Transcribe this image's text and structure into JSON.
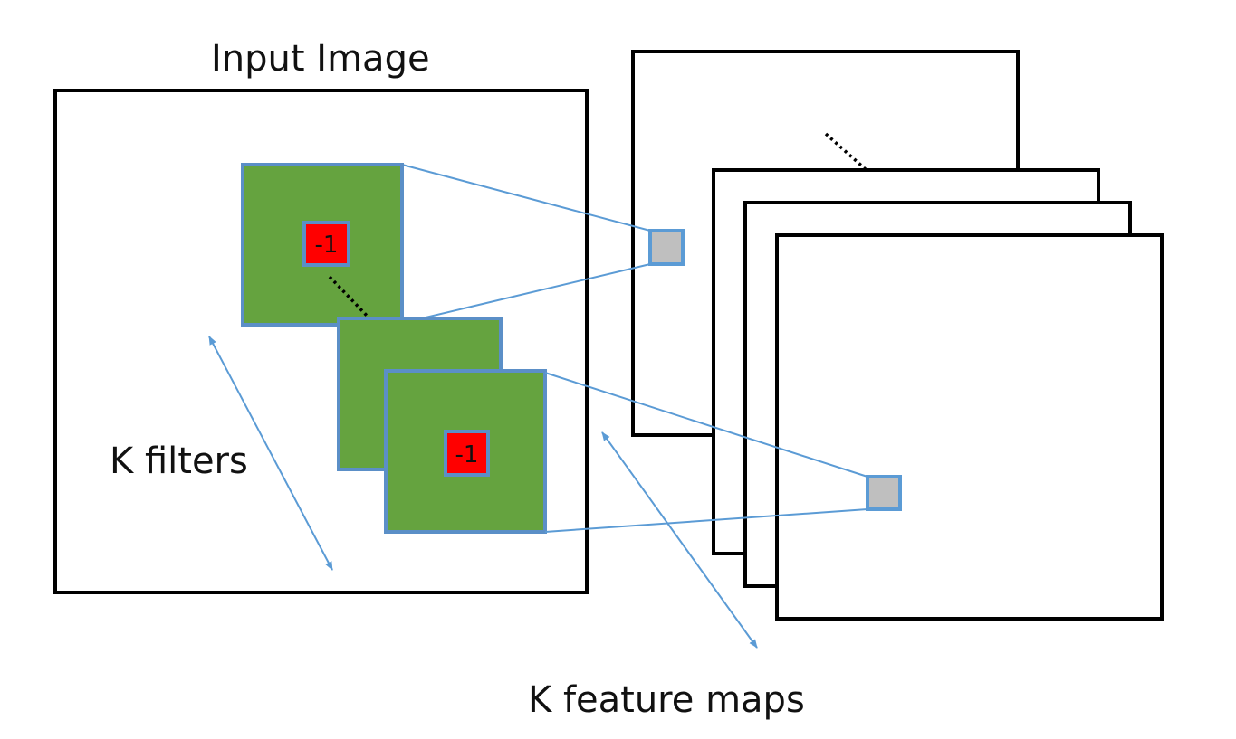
{
  "labels": {
    "input_image": "Input Image",
    "k_filters": "K filters",
    "k_feature_maps": "K feature maps"
  },
  "filter_cells": {
    "top": "-1",
    "front": "-1"
  },
  "colors": {
    "filter_fill": "#65a33f",
    "filter_border": "#5b8fc7",
    "cell_fill": "#ff0000",
    "output_cell_fill": "#bfbfbf",
    "connector": "#5b9bd5",
    "frame": "#000000"
  }
}
